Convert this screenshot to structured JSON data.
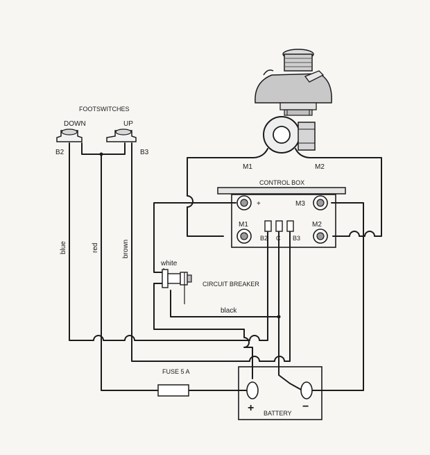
{
  "footswitches": {
    "title": "FOOTSWITCHES",
    "down_label": "DOWN",
    "up_label": "UP",
    "b2_label": "B2",
    "b3_label": "B3"
  },
  "motor": {
    "m1_label": "M1",
    "m2_label": "M2"
  },
  "control_box": {
    "title": "CONTROL BOX",
    "plus": "+",
    "m3": "M3",
    "m1": "M1",
    "m2": "M2",
    "b2": "B2",
    "c": "C",
    "b3": "B3"
  },
  "wires": {
    "blue": "blue",
    "red": "red",
    "brown": "brown",
    "white": "white",
    "black": "black"
  },
  "circuit_breaker": "CIRCUIT BREAKER",
  "fuse": "FUSE 5 A",
  "battery": {
    "title": "BATTERY",
    "plus": "+",
    "minus": "−"
  }
}
